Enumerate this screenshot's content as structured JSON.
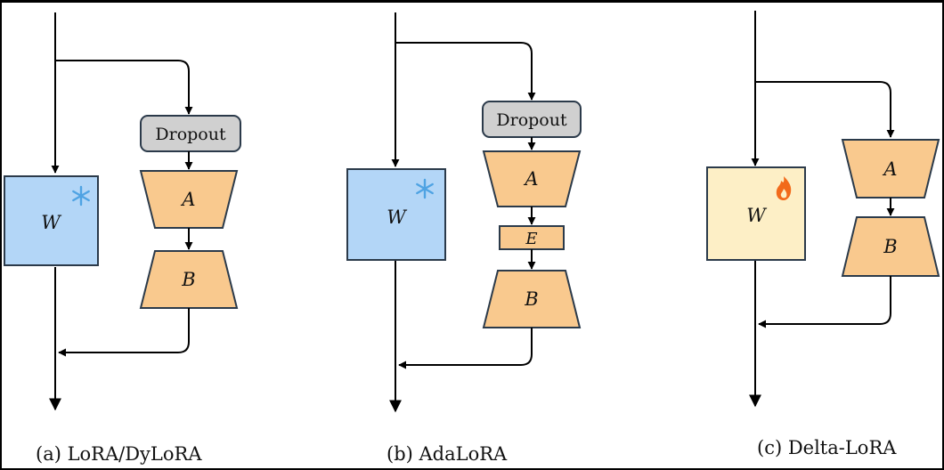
{
  "colors": {
    "frozen_fill": "#b3d6f7",
    "frozen_stroke": "#2b3a4a",
    "trainable_fill": "#fdefc6",
    "adapter_fill": "#f9c98e",
    "dropout_fill": "#d0d0d0",
    "line": "#000000",
    "snowflake": "#4fa3e3",
    "flame": "#f26a1b"
  },
  "icons": {
    "frozen": "snowflake-icon",
    "trainable": "flame-icon"
  },
  "panels": [
    {
      "caption": "(a) LoRA/DyLoRA",
      "weight_label": "W",
      "dropout_label": "Dropout",
      "a_label": "A",
      "b_label": "B"
    },
    {
      "caption": "(b) AdaLoRA",
      "weight_label": "W",
      "dropout_label": "Dropout",
      "a_label": "A",
      "e_label": "E",
      "b_label": "B"
    },
    {
      "caption": "(c) Delta-LoRA",
      "weight_label": "W",
      "a_label": "A",
      "b_label": "B"
    }
  ]
}
